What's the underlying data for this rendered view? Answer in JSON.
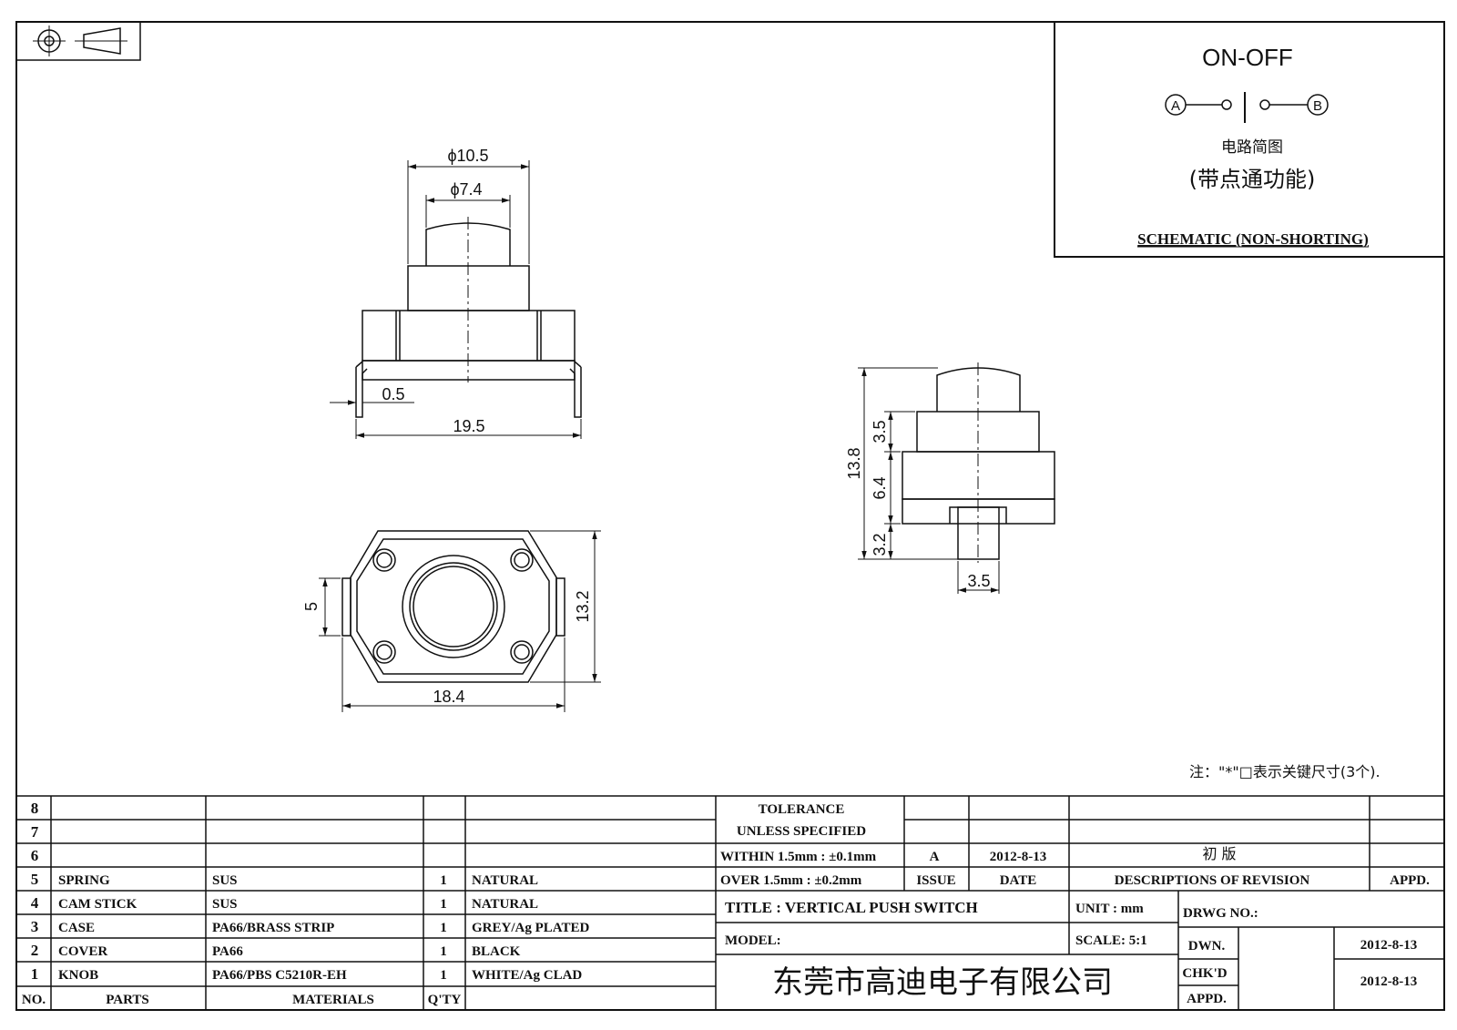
{
  "symbols": {
    "first_angle": "first-angle-projection-symbol"
  },
  "schematic": {
    "title": "ON-OFF",
    "terminal_a": "A",
    "terminal_b": "B",
    "caption_cn": "电路简图",
    "feature_cn": "(带点通功能)",
    "label": "SCHEMATIC (NON-SHORTING)"
  },
  "dimensions": {
    "outer_dia": "ϕ10.5",
    "inner_dia": "ϕ7.4",
    "pin_thick": "0.5",
    "pin_span": "19.5",
    "height_total": "13.8",
    "knob_height": "3.5",
    "body_height": "6.4",
    "pin_length": "3.2",
    "pin_width": "3.5",
    "pin_side": "5",
    "base_depth": "13.2",
    "base_width": "18.4"
  },
  "note": "注：\"*\"□表示关键尺寸(3个).",
  "bom": {
    "header": {
      "no": "NO.",
      "parts": "PARTS",
      "materials": "MATERIALS",
      "qty": "Q'TY"
    },
    "rows": [
      {
        "no": "8",
        "part": "",
        "material": "",
        "qty": "",
        "finish": ""
      },
      {
        "no": "7",
        "part": "",
        "material": "",
        "qty": "",
        "finish": ""
      },
      {
        "no": "6",
        "part": "",
        "material": "",
        "qty": "",
        "finish": ""
      },
      {
        "no": "5",
        "part": "SPRING",
        "material": "SUS",
        "qty": "1",
        "finish": "NATURAL"
      },
      {
        "no": "4",
        "part": "CAM STICK",
        "material": "SUS",
        "qty": "1",
        "finish": "NATURAL"
      },
      {
        "no": "3",
        "part": "CASE",
        "material": "PA66/BRASS STRIP",
        "qty": "1",
        "finish": "GREY/Ag PLATED"
      },
      {
        "no": "2",
        "part": "COVER",
        "material": "PA66",
        "qty": "1",
        "finish": "BLACK"
      },
      {
        "no": "1",
        "part": "KNOB",
        "material": "PA66/PBS C5210R-EH",
        "qty": "1",
        "finish": "WHITE/Ag CLAD"
      }
    ]
  },
  "title_block": {
    "tolerance_1": "TOLERANCE",
    "tolerance_2": "UNLESS  SPECIFIED",
    "tolerance_3": "WITHIN 1.5mm : ±0.1mm",
    "tolerance_4": "OVER 1.5mm : ±0.2mm",
    "issue_value": "A",
    "date_value": "2012-8-13",
    "revision_value": "初 版",
    "issue_label": "ISSUE",
    "date_label": "DATE",
    "desc_label": "DESCRIPTIONS OF REVISION",
    "appd_label": "APPD.",
    "title": "TITLE :  VERTICAL PUSH SWITCH",
    "unit": "UNIT :  mm",
    "drwg_no": "DRWG NO.:",
    "model": "MODEL:",
    "scale": "SCALE:  5:1",
    "dwn_label": "DWN.",
    "dwn_date": "2012-8-13",
    "chkd_label": "CHK'D",
    "appd2_label": "APPD.",
    "chk_date": "2012-8-13",
    "company": "东莞市高迪电子有限公司"
  }
}
